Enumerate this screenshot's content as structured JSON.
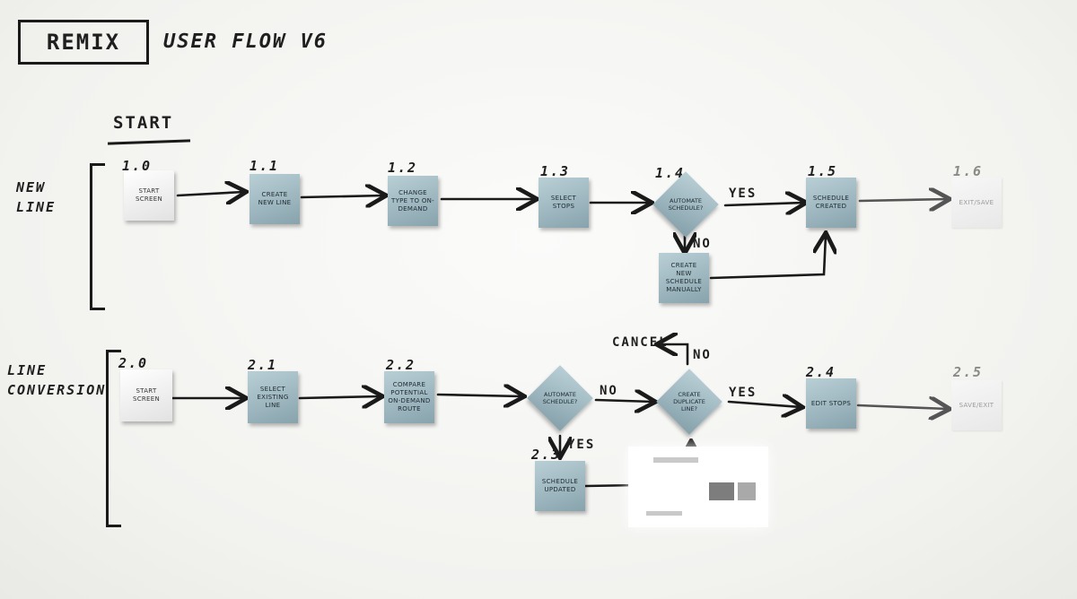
{
  "header": {
    "logo": "REMIX",
    "title": "USER FLOW V6"
  },
  "start_label": "START",
  "lanes": {
    "new_line": "NEW LINE",
    "line_conversion": "LINE CONVERSION"
  },
  "nodes": {
    "n1_0": {
      "num": "1.0",
      "text": "START SCREEN"
    },
    "n1_1": {
      "num": "1.1",
      "text": "CREATE NEW LINE"
    },
    "n1_2": {
      "num": "1.2",
      "text": "CHANGE TYPE TO ON-DEMAND"
    },
    "n1_3": {
      "num": "1.3",
      "text": "SELECT STOPS"
    },
    "n1_4": {
      "num": "1.4",
      "text": "AUTOMATE SCHEDULE?"
    },
    "n1_4m": {
      "num": "",
      "text": "CREATE NEW SCHEDULE MANUALLY"
    },
    "n1_5": {
      "num": "1.5",
      "text": "SCHEDULE CREATED"
    },
    "n1_6": {
      "num": "1.6",
      "text": "EXIT/SAVE"
    },
    "n2_0": {
      "num": "2.0",
      "text": "START SCREEN"
    },
    "n2_1": {
      "num": "2.1",
      "text": "SELECT EXISTING LINE"
    },
    "n2_2": {
      "num": "2.2",
      "text": "COMPARE POTENTIAL ON-DEMAND ROUTE"
    },
    "n2_auto": {
      "num": "",
      "text": "AUTOMATE SCHEDULE?"
    },
    "n2_dup": {
      "num": "",
      "text": "CREATE DUPLICATE LINE?"
    },
    "n2_3": {
      "num": "2.3",
      "text": "SCHEDULE UPDATED"
    },
    "n2_4": {
      "num": "2.4",
      "text": "EDIT STOPS"
    },
    "n2_5": {
      "num": "2.5",
      "text": "SAVE/EXIT"
    }
  },
  "edge_labels": {
    "yes_1": "YES",
    "no_1": "NO",
    "no_2": "NO",
    "yes_2": "YES",
    "yes_3": "YES",
    "no_3": "NO",
    "cancel": "CANCEL"
  }
}
